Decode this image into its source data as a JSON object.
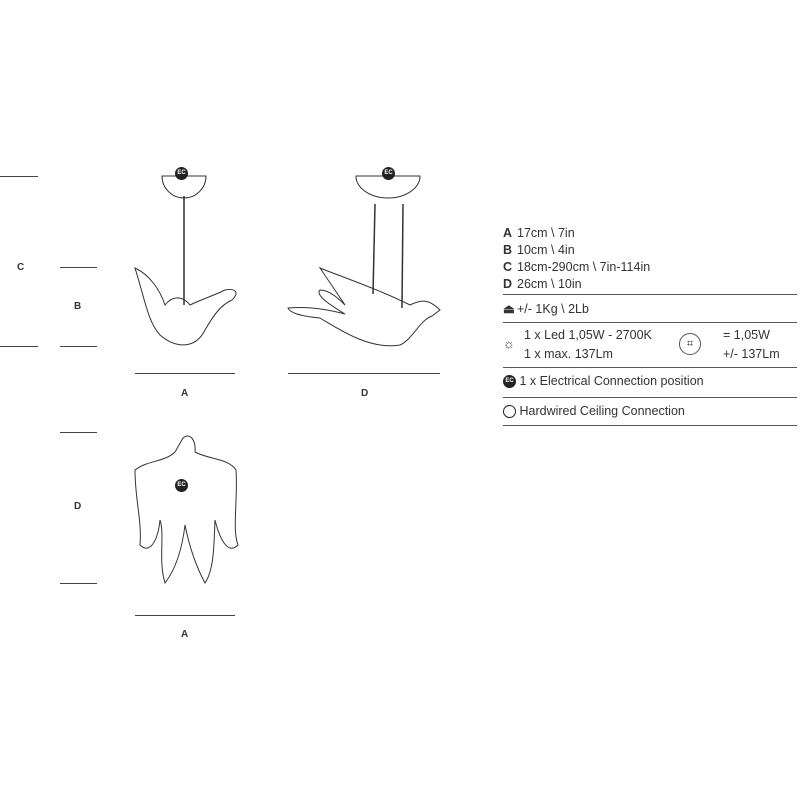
{
  "dimension_labels": {
    "c_side": "C",
    "b_side": "B",
    "a_front": "A",
    "d_side": "D",
    "d_top": "D",
    "a_top": "A"
  },
  "ec_badge": "EC",
  "specs": {
    "dimensions": [
      {
        "key": "A",
        "value": "17cm \\ 7in"
      },
      {
        "key": "B",
        "value": "10cm \\ 4in"
      },
      {
        "key": "C",
        "value": "18cm-290cm \\ 7in-114in"
      },
      {
        "key": "D",
        "value": "26cm \\ 10in"
      }
    ],
    "weight": "+/- 1Kg \\ 2Lb",
    "light_line1": "1 x Led 1,05W - 2700K",
    "light_line2": "1 x max. 137Lm",
    "total_power": "= 1,05W",
    "total_lumen": "+/- 137Lm",
    "ec_text": "1 x Electrical Connection position",
    "ceiling_text": "Hardwired Ceiling Connection"
  }
}
